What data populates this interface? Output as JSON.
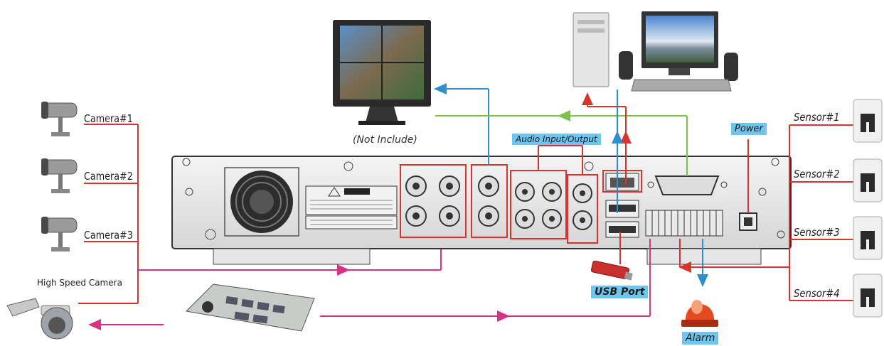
{
  "cameras": [
    "Camera#1",
    "Camera#2",
    "Camera#3"
  ],
  "high_speed_camera": "High Speed Camera",
  "sensors": [
    "Sensor#1",
    "Sensor#2",
    "Sensor#3",
    "Sensor#4"
  ],
  "not_include": "(Not Include)",
  "audio_io": "Audio Input/Output",
  "power": "Power",
  "usb_port": "USB Port",
  "alarm": "Alarm",
  "colors": {
    "camera_line": "#d9342b",
    "ptz_line": "#d63384",
    "video_line": "#2d8fd0",
    "vga_line": "#7cc24a",
    "sensor_line": "#d9342b",
    "tag_bg": "#6ec6ee"
  }
}
